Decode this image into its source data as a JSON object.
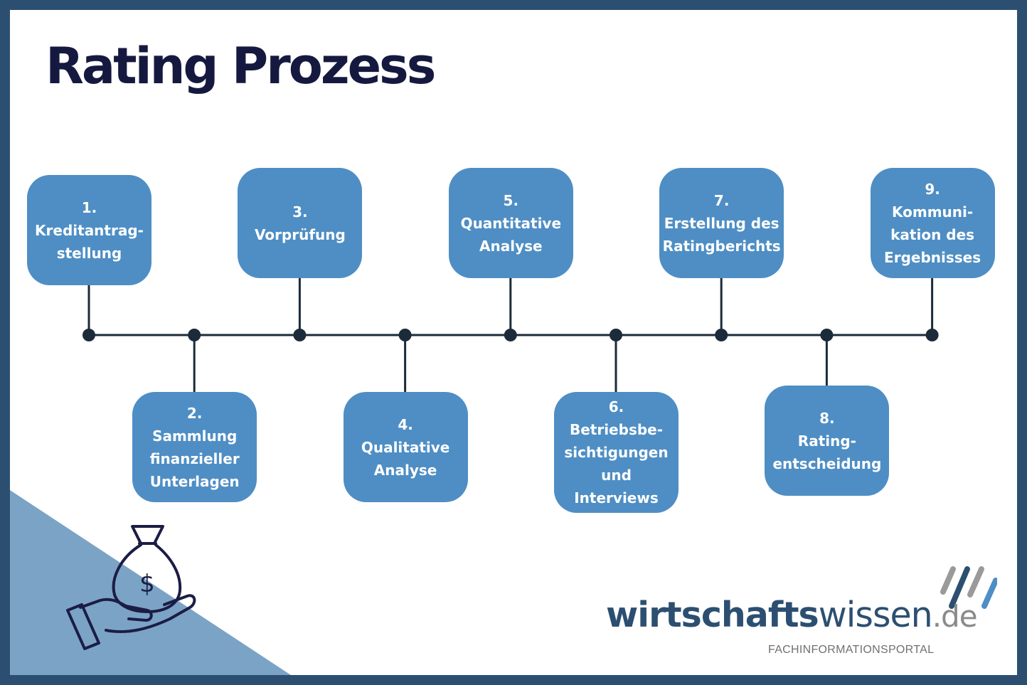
{
  "title": "Rating Prozess",
  "steps": [
    {
      "number": "1.",
      "lines": [
        "Kreditantrag-",
        "stellung"
      ],
      "position": "above"
    },
    {
      "number": "2.",
      "lines": [
        "Sammlung",
        "finanzieller",
        "Unterlagen"
      ],
      "position": "below"
    },
    {
      "number": "3.",
      "lines": [
        "Vorprüfung"
      ],
      "position": "above"
    },
    {
      "number": "4.",
      "lines": [
        "Qualitative",
        "Analyse"
      ],
      "position": "below"
    },
    {
      "number": "5.",
      "lines": [
        "Quantitative",
        "Analyse"
      ],
      "position": "above"
    },
    {
      "number": "6.",
      "lines": [
        "Betriebsbe-",
        "sichtigungen",
        "und",
        "Interviews"
      ],
      "position": "below"
    },
    {
      "number": "7.",
      "lines": [
        "Erstellung des",
        "Ratingberichts"
      ],
      "position": "above"
    },
    {
      "number": "8.",
      "lines": [
        "Rating-",
        "entscheidung"
      ],
      "position": "below"
    },
    {
      "number": "9.",
      "lines": [
        "Kommuni-",
        "kation des",
        "Ergebnisses"
      ],
      "position": "above"
    }
  ],
  "logo": {
    "part_bold": "wirtschafts",
    "part_light": "wissen",
    "tld": ".de",
    "tagline": "FACHINFORMATIONSPORTAL"
  },
  "icons": {
    "money": "hand-holding-money-bag-icon",
    "logo_mark": "slanted-bars-icon"
  },
  "colors": {
    "frame": "#2c4f71",
    "title": "#16193f",
    "box": "#4e8ec4",
    "timeline": "#1c2b3a",
    "corner": "#7ba3c6"
  }
}
